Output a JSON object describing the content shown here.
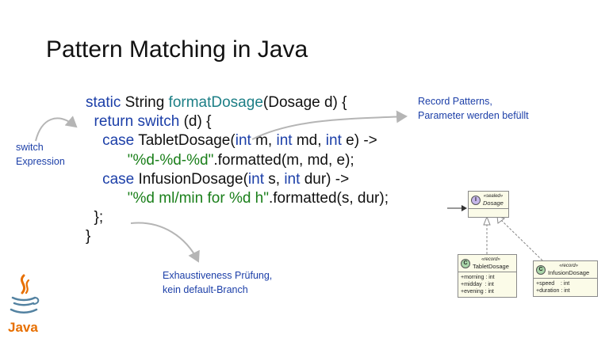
{
  "slide": {
    "title": "Pattern Matching in Java"
  },
  "code": {
    "lines": [
      [
        {
          "t": "static ",
          "c": "kw"
        },
        {
          "t": "String ",
          "c": ""
        },
        {
          "t": "formatDosage",
          "c": "fn"
        },
        {
          "t": "(Dosage d) {",
          "c": ""
        }
      ],
      [
        {
          "t": "  return ",
          "c": "kw"
        },
        {
          "t": "switch ",
          "c": "kw"
        },
        {
          "t": "(d) {",
          "c": ""
        }
      ],
      [
        {
          "t": "    case ",
          "c": "kw"
        },
        {
          "t": "TabletDosage(",
          "c": ""
        },
        {
          "t": "int ",
          "c": "kw"
        },
        {
          "t": "m, ",
          "c": ""
        },
        {
          "t": "int ",
          "c": "kw"
        },
        {
          "t": "md, ",
          "c": ""
        },
        {
          "t": "int ",
          "c": "kw"
        },
        {
          "t": "e) ->",
          "c": ""
        }
      ],
      [
        {
          "t": "          \"%d-%d-%d\"",
          "c": "str"
        },
        {
          "t": ".formatted(m, md, e);",
          "c": ""
        }
      ],
      [
        {
          "t": "    case ",
          "c": "kw"
        },
        {
          "t": "InfusionDosage(",
          "c": ""
        },
        {
          "t": "int ",
          "c": "kw"
        },
        {
          "t": "s, ",
          "c": ""
        },
        {
          "t": "int ",
          "c": "kw"
        },
        {
          "t": "dur) ->",
          "c": ""
        }
      ],
      [
        {
          "t": "          \"%d ml/min for %d h\"",
          "c": "str"
        },
        {
          "t": ".formatted(s, dur);",
          "c": ""
        }
      ],
      [
        {
          "t": "  };",
          "c": ""
        }
      ],
      [
        {
          "t": "}",
          "c": ""
        }
      ]
    ]
  },
  "notes": {
    "switch_expr": [
      "switch",
      "Expression"
    ],
    "record_patterns": [
      "Record Patterns,",
      "Parameter werden befüllt"
    ],
    "exhaustiveness": [
      "Exhaustiveness Prüfung,",
      "kein default-Branch"
    ]
  },
  "uml": {
    "sealed": {
      "stereotype": "«sealed»",
      "name": "Dosage",
      "marker": "I"
    },
    "tablet": {
      "stereotype": "«record»",
      "name": "TabletDosage",
      "marker": "C",
      "fields": [
        "+morning : int",
        "+midday  : int",
        "+evening : int"
      ]
    },
    "infusion": {
      "stereotype": "«record»",
      "name": "InfusionDosage",
      "marker": "C",
      "fields": [
        "+speed    : int",
        "+duration : int"
      ]
    }
  },
  "logo": {
    "text": "Java"
  },
  "colors": {
    "keyword": "#1c3fa8",
    "function": "#1d7f86",
    "string": "#1a7f1a",
    "note": "#1c3fa8",
    "java_orange": "#e76f00",
    "java_blue": "#5382a1"
  }
}
